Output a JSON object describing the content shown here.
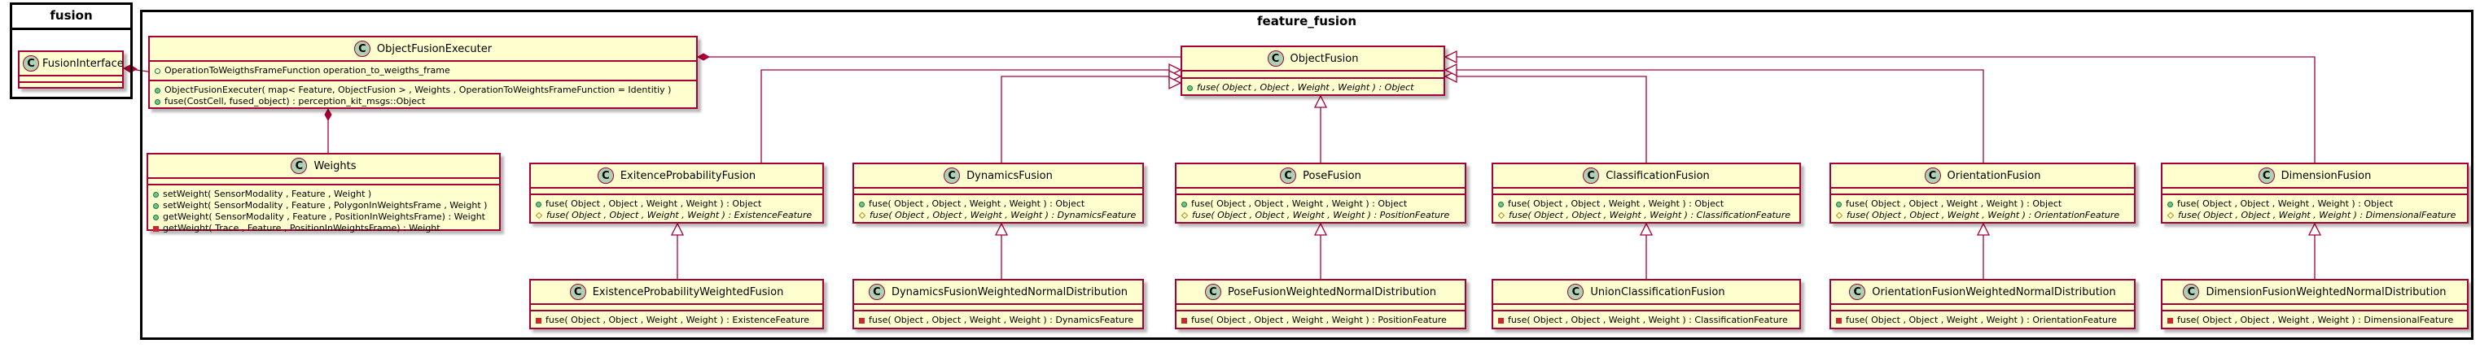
{
  "packages": {
    "fusion": "fusion",
    "feature_fusion": "feature_fusion"
  },
  "colors": {
    "class_fill": "#fefece",
    "class_border": "#a80036",
    "class_icon": "#add1b2",
    "public_icon": "#84be84",
    "private_icon": "#c82930",
    "protected_icon": "#b38d22"
  },
  "classes": {
    "fusion_interface": {
      "stereotype": "C",
      "name": "FusionInterface"
    },
    "executer": {
      "stereotype": "C",
      "name": "ObjectFusionExecuter",
      "fields": [
        "OperationToWeigthsFrameFunction operation_to_weigths_frame"
      ],
      "methods": [
        "ObjectFusionExecuter( map< Feature, ObjectFusion > , Weights , OperationToWeightsFrameFunction = Identitiy )",
        "fuse(CostCell, fused_object) : perception_kit_msgs::Object"
      ]
    },
    "object_fusion": {
      "stereotype": "C",
      "name": "ObjectFusion",
      "methods": [
        "fuse( Object , Object , Weight , Weight ) : Object"
      ]
    },
    "weights": {
      "stereotype": "C",
      "name": "Weights",
      "methods": [
        "setWeight( SensorModality , Feature , Weight )",
        "setWeight( SensorModality , Feature , PolygonInWeightsFrame , Weight )",
        "getWeight( SensorModality , Feature , PositionInWeightsFrame) : Weight",
        "getWeight( Trace , Feature , PositionInWeightsFrame) : Weight"
      ]
    },
    "existence": {
      "stereotype": "C",
      "name": "ExitenceProbabilityFusion",
      "methods": [
        "fuse( Object , Object , Weight , Weight ) : Object",
        "fuse( Object , Object , Weight , Weight ) : ExistenceFeature"
      ]
    },
    "dynamics": {
      "stereotype": "C",
      "name": "DynamicsFusion",
      "methods": [
        "fuse( Object , Object , Weight , Weight ) : Object",
        "fuse( Object , Object , Weight , Weight ) : DynamicsFeature"
      ]
    },
    "pose": {
      "stereotype": "C",
      "name": "PoseFusion",
      "methods": [
        "fuse( Object , Object , Weight , Weight ) : Object",
        "fuse( Object , Object , Weight , Weight ) : PositionFeature"
      ]
    },
    "classification": {
      "stereotype": "C",
      "name": "ClassificationFusion",
      "methods": [
        "fuse( Object , Object , Weight , Weight ) : Object",
        "fuse( Object , Object , Weight , Weight ) : ClassificationFeature"
      ]
    },
    "orientation": {
      "stereotype": "C",
      "name": "OrientationFusion",
      "methods": [
        "fuse( Object , Object , Weight , Weight ) : Object",
        "fuse( Object , Object , Weight , Weight ) : OrientationFeature"
      ]
    },
    "dimension": {
      "stereotype": "C",
      "name": "DimensionFusion",
      "methods": [
        "fuse( Object , Object , Weight , Weight ) : Object",
        "fuse( Object , Object , Weight , Weight ) : DimensionalFeature"
      ]
    },
    "existence_weighted": {
      "stereotype": "C",
      "name": "ExistenceProbabilityWeightedFusion",
      "methods": [
        "fuse( Object , Object , Weight , Weight ) : ExistenceFeature"
      ]
    },
    "dynamics_weighted": {
      "stereotype": "C",
      "name": "DynamicsFusionWeightedNormalDistribution",
      "methods": [
        "fuse( Object , Object , Weight , Weight ) : DynamicsFeature"
      ]
    },
    "pose_weighted": {
      "stereotype": "C",
      "name": "PoseFusionWeightedNormalDistribution",
      "methods": [
        "fuse( Object , Object , Weight , Weight ) : PositionFeature"
      ]
    },
    "union_classification": {
      "stereotype": "C",
      "name": "UnionClassificationFusion",
      "methods": [
        "fuse( Object , Object , Weight , Weight ) : ClassificationFeature"
      ]
    },
    "orientation_weighted": {
      "stereotype": "C",
      "name": "OrientationFusionWeightedNormalDistribution",
      "methods": [
        "fuse( Object , Object , Weight , Weight ) : OrientationFeature"
      ]
    },
    "dimension_weighted": {
      "stereotype": "C",
      "name": "DimensionFusionWeightedNormalDistribution",
      "methods": [
        "fuse( Object , Object , Weight , Weight ) : DimensionalFeature"
      ]
    }
  }
}
